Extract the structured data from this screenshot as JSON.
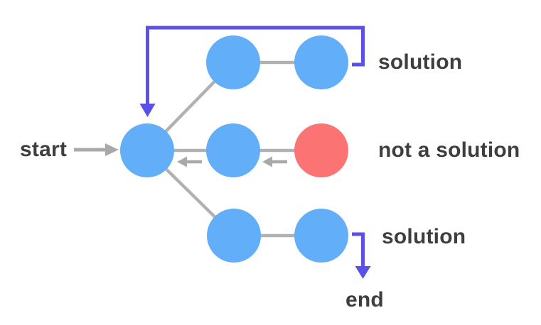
{
  "diagram": {
    "type": "backtracking-tree",
    "labels": {
      "start": "start",
      "solution_top": "solution",
      "not_a_solution": "not a solution",
      "solution_bottom": "solution",
      "end": "end"
    },
    "nodes": [
      {
        "id": "start",
        "color": "blue"
      },
      {
        "id": "top-branch-1",
        "color": "blue"
      },
      {
        "id": "top-branch-2",
        "color": "blue",
        "annotation": "solution"
      },
      {
        "id": "middle-branch-1",
        "color": "blue"
      },
      {
        "id": "middle-branch-2",
        "color": "red",
        "annotation": "not a solution"
      },
      {
        "id": "bottom-branch-1",
        "color": "blue"
      },
      {
        "id": "bottom-branch-2",
        "color": "blue",
        "annotation": "solution"
      }
    ],
    "arrows": [
      {
        "id": "start-arrow",
        "color": "gray",
        "direction": "right"
      },
      {
        "id": "backtrack-arrow-1",
        "color": "gray",
        "direction": "left"
      },
      {
        "id": "backtrack-arrow-2",
        "color": "gray",
        "direction": "left"
      },
      {
        "id": "loop-back-arrow",
        "color": "purple",
        "direction": "down-into-start"
      },
      {
        "id": "end-arrow",
        "color": "purple",
        "direction": "down"
      }
    ],
    "colors": {
      "node_blue": "#63AEF8",
      "node_red": "#FB7373",
      "arrow_purple": "#5B50E8",
      "edge_gray": "#B1B1B1",
      "arrow_gray": "#A9A9A9",
      "text": "#3E3E3E",
      "background": "#FFFFFF"
    }
  }
}
